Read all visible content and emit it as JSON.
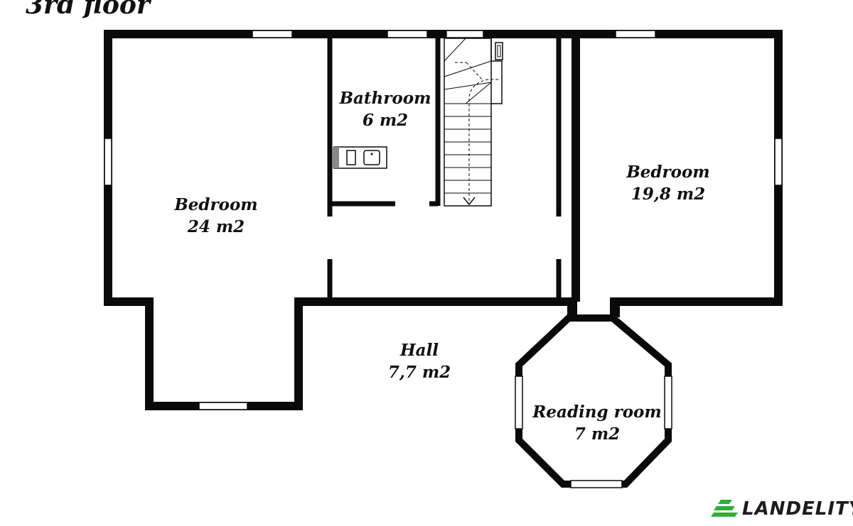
{
  "title": "3rd floor",
  "rooms": {
    "bedroom_left": {
      "name": "Bedroom",
      "area": "24 m2"
    },
    "bathroom": {
      "name": "Bathroom",
      "area": "6 m2"
    },
    "bedroom_right": {
      "name": "Bedroom",
      "area": "19,8 m2"
    },
    "hall": {
      "name": "Hall",
      "area": "7,7 m2"
    },
    "reading_room": {
      "name": "Reading room",
      "area": "7 m2"
    }
  },
  "brand": {
    "name": "LANDELITY",
    "accent": "#2fae3a"
  },
  "colors": {
    "wall": "#0a0a0a",
    "background": "#ffffff"
  }
}
